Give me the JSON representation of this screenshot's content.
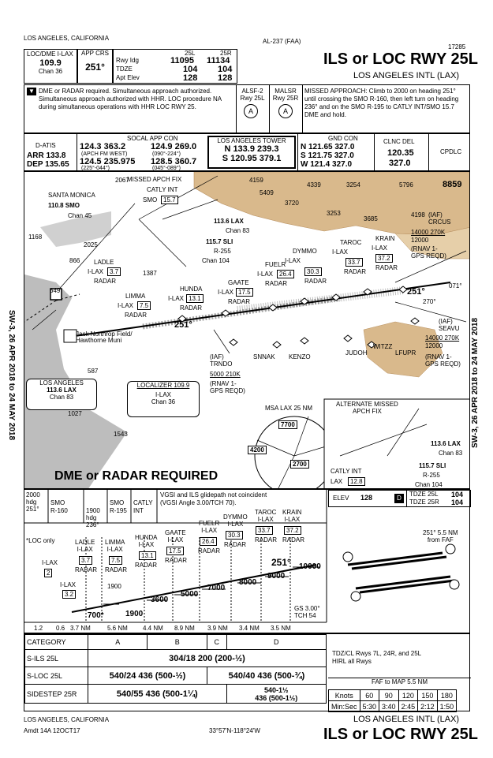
{
  "header": {
    "city_state": "LOS ANGELES, CALIFORNIA",
    "chart_id": "AL-237 (FAA)",
    "chart_number": "17285",
    "title": "ILS or LOC RWY 25L",
    "airport": "LOS ANGELES INTL (LAX)"
  },
  "comm_top": {
    "loc_label": "LOC/DME  I-LAX",
    "loc_freq": "109.9",
    "loc_chan": "Chan 36",
    "app_crs_label": "APP CRS",
    "app_crs": "251°",
    "rwy_idg_label": "Rwy Idg",
    "tdze_label": "TDZE",
    "apt_elev_label": "Apt Elev",
    "col_25l": "25L",
    "col_25r": "25R",
    "rwy_25l": "11095",
    "rwy_25r": "11134",
    "tdze_25l": "104",
    "tdze_25r": "104",
    "elev_25l": "128",
    "elev_25r": "128"
  },
  "notes": {
    "note_left": "DME or RADAR required.  Simultaneous approach authorized.  Simultaneous approach authorized with HHR.  LOC procedure NA during simultaneous operations with HHR LOC RWY 25.",
    "alsf": "ALSF-2 Rwy 25L",
    "malsr": "MALSR Rwy 25R",
    "missed": "MISSED APPROACH:  Climb to 2000 on heading 251° until crossing the SMO R-160, then left turn on heading 236° and on the SMO R-195 to CATLY INT/SMO 15.7 DME and hold."
  },
  "freqs": {
    "datis_label": "D-ATIS",
    "datis_arr": "ARR 133.8",
    "datis_dep": "DEP 135.65",
    "socal_label": "SOCAL APP CON",
    "socal_1": "124.3  363.2",
    "socal_1_sub": "(APCH FM WEST)",
    "socal_2": "124.5  235.975",
    "socal_2_sub": "(225°-044°)",
    "socal_3": "124.9  269.0",
    "socal_3_sub": "(090°-224°)",
    "socal_4": "128.5  360.7",
    "socal_4_sub": "(045°-089°)",
    "tower_label": "LOS ANGELES TOWER",
    "tower_n": "N 133.9  239.3",
    "tower_s": "S 120.95  379.1",
    "gnd_label": "GND CON",
    "gnd_n": "N 121.65  327.0",
    "gnd_s": "S 121.75  327.0",
    "gnd_w": "W 121.4  327.0",
    "clnc_label": "CLNC DEL",
    "clnc_1": "120.35",
    "clnc_2": "327.0",
    "cpdlc": "CPDLC"
  },
  "plan": {
    "side_left": "SW-3,  26 APR 2018  to  24 MAY 2018",
    "side_right": "SW-3,  26 APR 2018  to  24 MAY 2018",
    "santa_monica": "SANTA MONICA",
    "smo_freq": "110.8  SMO",
    "smo_chan": "Chan 45",
    "missed_fix_title": "MISSED APCH FIX",
    "catly_int": "CATLY INT",
    "catly_smo": "SMO",
    "catly_dme": "15.7",
    "lax_freq": "113.6  LAX",
    "lax_chan": "Chan 83",
    "sli_freq": "115.7  SLI",
    "sli_r": "R-255",
    "sli_chan": "Chan 104",
    "ladle": "LADLE",
    "ladle_dme": "3.7",
    "limma": "LIMMA",
    "limma_dme": "7.5",
    "hunda": "HUNDA",
    "hunda_dme": "13.1",
    "gaate": "GAATE",
    "gaate_dme": "17.5",
    "fuelr": "FUELR",
    "fuelr_dme": "26.4",
    "dymmo": "DYMMO",
    "dymmo_dme": "30.3",
    "taroc": "TAROC",
    "taroc_dme": "33.7",
    "krain": "KRAIN",
    "krain_dme": "37.2",
    "ilax": "I-LAX",
    "radar": "RADAR",
    "crcus": "(IAF)\nCRCUS",
    "crcus_alt": "14000  270K",
    "crcus_alt2": "12000",
    "crcus_rnav": "(RNAV 1-\nGPS REQD)",
    "seavu": "(IAF)\nSEAVU",
    "seavu_alt": "14000  270K",
    "seavu_alt2": "12000",
    "seavu_rnav": "(RNAV 1-\nGPS REQD)",
    "trndo": "(IAF)\nTRNDO",
    "trndo_alt": "5000  210K",
    "trndo_rnav": "(RNAV 1-\nGPS REQD)",
    "snnak": "SNNAK",
    "kenzo": "KENZO",
    "judoh": "JUDOH",
    "witzz": "WITZZ",
    "lfupr": "LFUPR",
    "lax_vor_title": "LOS ANGELES",
    "lax_vor_freq": "113.6  LAX",
    "lax_vor_chan": "Chan 83",
    "localizer_title": "LOCALIZER  109.9",
    "localizer_id": "I-LAX",
    "localizer_chan": "Chan 36",
    "jack": "Jack Northrop Field/\nHawthorne Muni",
    "dme_radar_req": "DME or RADAR REQUIRED",
    "msa_label": "MSA  LAX  25  NM",
    "msa_7700": "7700",
    "msa_4200": "4200",
    "msa_2700": "2700",
    "alt_missed_title": "ALTERNATE MISSED\nAPCH FIX",
    "alt_catly": "CATLY INT",
    "alt_lax": "LAX",
    "alt_lax_dme": "12.8",
    "alt_lax_freq": "113.6  LAX",
    "alt_lax_chan": "Chan 83",
    "alt_sli": "115.7  SLI",
    "alt_sli_r": "R-255",
    "alt_sli_chan": "Chan 104",
    "crs_251": "251°",
    "crs_071": "071°",
    "crs_270": "270°",
    "obst_2067": "2067",
    "obst_4159": "4159",
    "obst_4339": "4339",
    "obst_5409": "5409",
    "obst_3720": "3720",
    "obst_3254": "3254",
    "obst_5796": "5796",
    "obst_8859": "8859",
    "obst_3253": "3253",
    "obst_3685": "3685",
    "obst_4198": "4198",
    "obst_1168": "1168",
    "obst_2025": "2025",
    "obst_866": "866",
    "obst_1387": "1387",
    "obst_649": "649",
    "obst_587": "587",
    "obst_1027": "1027",
    "obst_1543": "1543"
  },
  "profile": {
    "hold_2000": "2000\nhdg\n251°",
    "hold_1900": "1900\nhdg\n236°",
    "smo_160": "SMO\nR-160",
    "smo_195": "SMO\nR-195",
    "catly": "CATLY\nINT",
    "vgsi": "VGSI and ILS glidepath not coincident\n(VGSI Angle 3.00/TCH 70).",
    "loc_only": "*LOC only",
    "elev_label": "ELEV",
    "elev_value": "128",
    "tdze_25l": "TDZE 25L",
    "tdze_25l_v": "104",
    "tdze_25r": "TDZE 25R",
    "tdze_25r_v": "104",
    "alt_1900": "1900",
    "alt_700": "700*",
    "alt_1900b": "1900",
    "alt_3600": "3600",
    "alt_5000": "5000",
    "alt_7000": "7000",
    "alt_8000": "8000",
    "alt_9000": "9000",
    "alt_10000": "10000",
    "crs": "251°",
    "gs": "GS 3.00°\nTCH 54",
    "dist_1": "1.2",
    "dist_2": "0.6",
    "dist_3": "3.7 NM",
    "dist_4": "5.6 NM",
    "dist_5": "4.4 NM",
    "dist_6": "8.9 NM",
    "dist_7": "3.9 NM",
    "dist_8": "3.4 NM",
    "dist_9": "3.5 NM",
    "fix_ladle": "LADLE\nI-LAX",
    "fix_limma": "LIMMA\nI-LAX",
    "fix_hunda": "HUNDA\nI-LAX",
    "fix_gaate": "GAATE\nI-LAX",
    "fix_fuelr": "FUELR\nI-LAX",
    "fix_dymmo": "DYMMO\nI-LAX",
    "fix_taroc": "TAROC\nI-LAX",
    "fix_krain": "KRAIN\nI-LAX",
    "fix_ilax": "I-LAX",
    "fix_ilax2": "I-LAX",
    "fix_2": "2",
    "fix_32": "3.2",
    "d37": "3.7",
    "d75": "7.5",
    "d131": "13.1",
    "d175": "17.5",
    "d264": "26.4",
    "d303": "30.3",
    "d337": "33.7",
    "d372": "37.2",
    "radar": "RADAR",
    "fafmap": "251° 5.5 NM\nfrom FAF"
  },
  "minima": {
    "headers": [
      "CATEGORY",
      "A",
      "B",
      "C",
      "D"
    ],
    "sils": [
      "S-ILS 25L",
      "304/18  200 (200-½)"
    ],
    "sloc": [
      "S-LOC 25L",
      "540/24  436 (500-½)",
      "540/40  436 (500-¾)"
    ],
    "sidestep": [
      "SIDESTEP 25R",
      "540/55  436 (500-1¼)",
      "540-1½\n436 (500-1½)"
    ],
    "tdz_note": "TDZ/CL Rwys 7L, 24R, and 25L\nHIRL all Rwys",
    "faf_label": "FAF to MAP  5.5 NM",
    "knots": [
      "Knots",
      "60",
      "90",
      "120",
      "150",
      "180"
    ],
    "minsec": [
      "Min:Sec",
      "5:30",
      "3:40",
      "2:45",
      "2:12",
      "1:50"
    ]
  },
  "footer": {
    "city_state": "LOS ANGELES, CALIFORNIA",
    "amdt": "Amdt 14A  12OCT17",
    "coords": "33°57'N-118°24'W",
    "airport": "LOS ANGELES INTL (LAX)",
    "title": "ILS or LOC RWY 25L"
  }
}
